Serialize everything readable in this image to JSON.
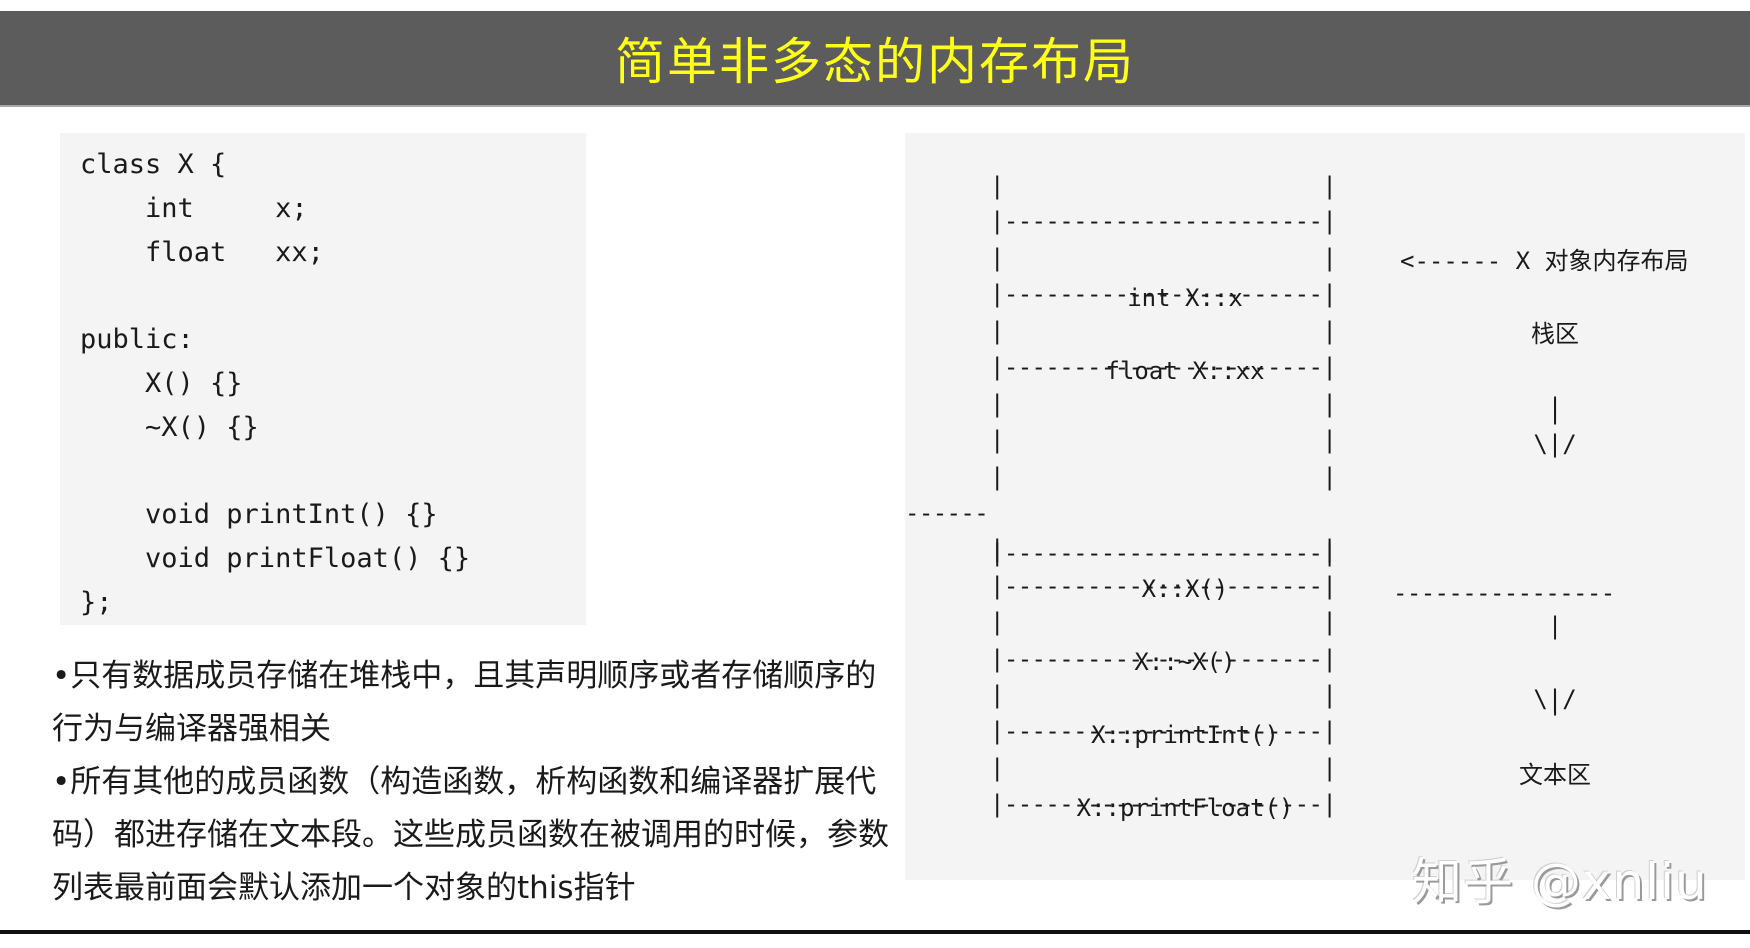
{
  "header": {
    "title": "简单非多态的内存布局",
    "title_color": "#ffff1a",
    "background_color": "#5c5c5c"
  },
  "code": {
    "language": "cpp",
    "lines": [
      "class X {",
      "    int     x;",
      "    float   xx;",
      "",
      "public:",
      "    X() {}",
      "    ~X() {}",
      "",
      "    void printInt() {}",
      "    void printFloat() {}",
      "};"
    ]
  },
  "notes": [
    "•只有数据成员存储在堆栈中，且其声明顺序或者存储顺序的行为与编译器强相关",
    "•所有其他的成员函数（构造函数，析构函数和编译器扩展代码）都进存储在文本段。这些成员函数在被调用的时候，参数列表最前面会默认添加一个对象的this指针"
  ],
  "diagram": {
    "object_label": "<------ X 对象内存布局",
    "stack_label": "栈区",
    "text_label": "文本区",
    "arrow_down": "\\|/",
    "stack_cells": [
      "int X::x",
      "float X::xx"
    ],
    "text_cells": [
      "X::X()",
      "X::~X()",
      "X::printInt()",
      "X::printFloat()"
    ],
    "separator": "|-----------------------|",
    "divider_left": "------",
    "divider_right": "----------------"
  },
  "watermark": "知乎 @xnliu"
}
